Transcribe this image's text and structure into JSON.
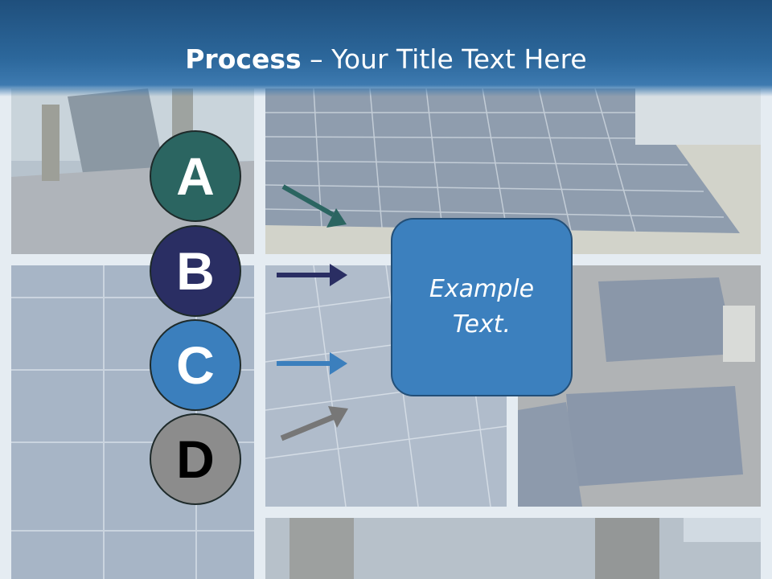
{
  "slide": {
    "title_bold": "Process",
    "title_rest": " – Your Title Text Here"
  },
  "steps": [
    {
      "letter": "A",
      "color": "#2b6561",
      "text_color": "#ffffff",
      "arrow_color": "#2b6561"
    },
    {
      "letter": "B",
      "color": "#2a2e63",
      "text_color": "#ffffff",
      "arrow_color": "#2a2e63"
    },
    {
      "letter": "C",
      "color": "#3b7fbd",
      "text_color": "#ffffff",
      "arrow_color": "#3b7fbd"
    },
    {
      "letter": "D",
      "color": "#8c8c8c",
      "text_color": "#000000",
      "arrow_color": "#777777"
    }
  ],
  "box": {
    "text": "Example Text."
  }
}
